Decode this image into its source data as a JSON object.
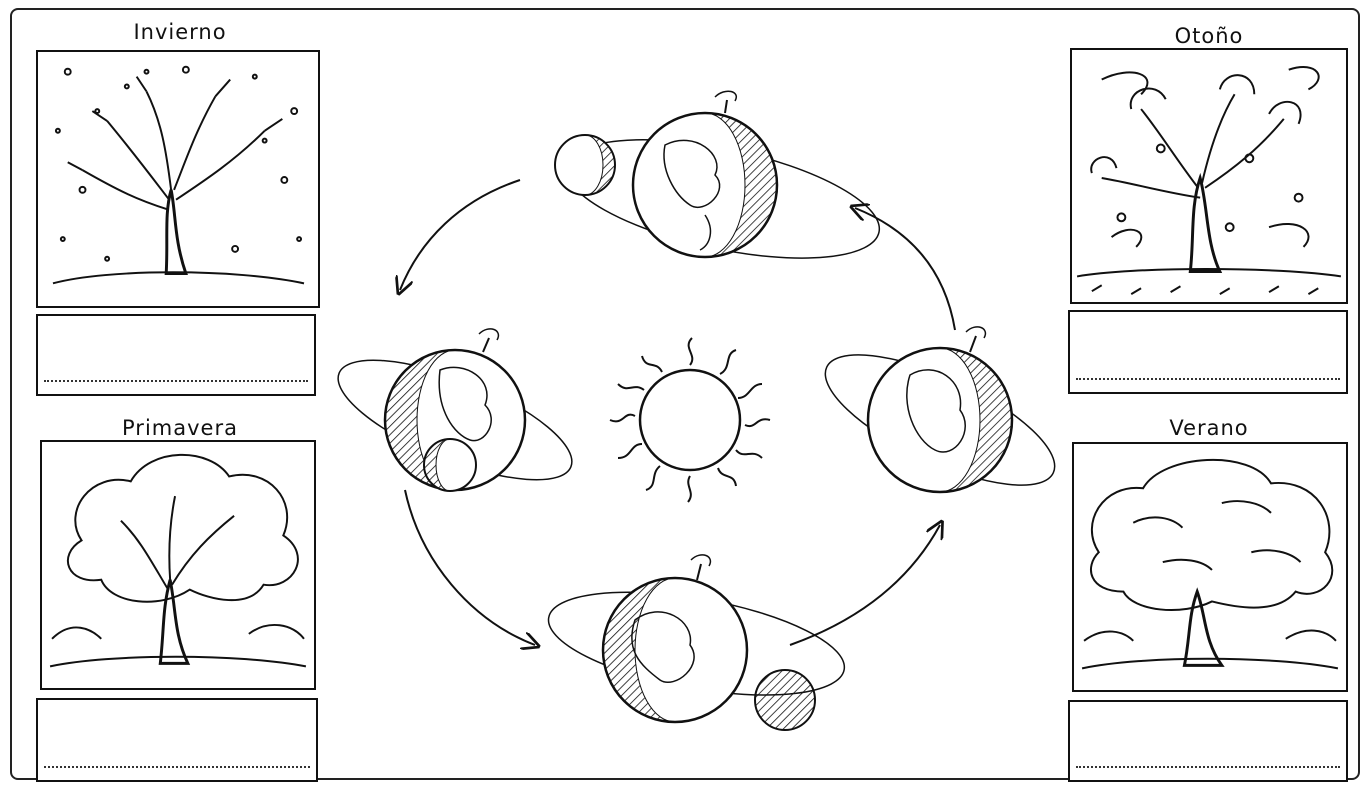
{
  "seasons": {
    "winter": {
      "label": "Invierno",
      "answer": ""
    },
    "autumn": {
      "label": "Otoño",
      "answer": ""
    },
    "spring": {
      "label": "Primavera",
      "answer": ""
    },
    "summer": {
      "label": "Verano",
      "answer": ""
    }
  },
  "icons": {
    "sun": "sun-icon",
    "earth": "earth-globe-icon",
    "tree": "tree-icon",
    "arrow": "curved-arrow-icon"
  }
}
